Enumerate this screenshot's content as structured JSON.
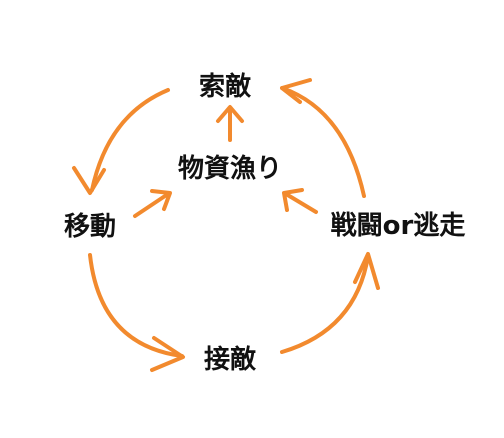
{
  "nodes": {
    "search": "索敵",
    "gather": "物資漁り",
    "move": "移動",
    "battle": "戦闘or逃走",
    "contact": "接敵"
  },
  "colors": {
    "arrow": "#f28a2e",
    "text": "#111111",
    "background": "#ffffff"
  }
}
